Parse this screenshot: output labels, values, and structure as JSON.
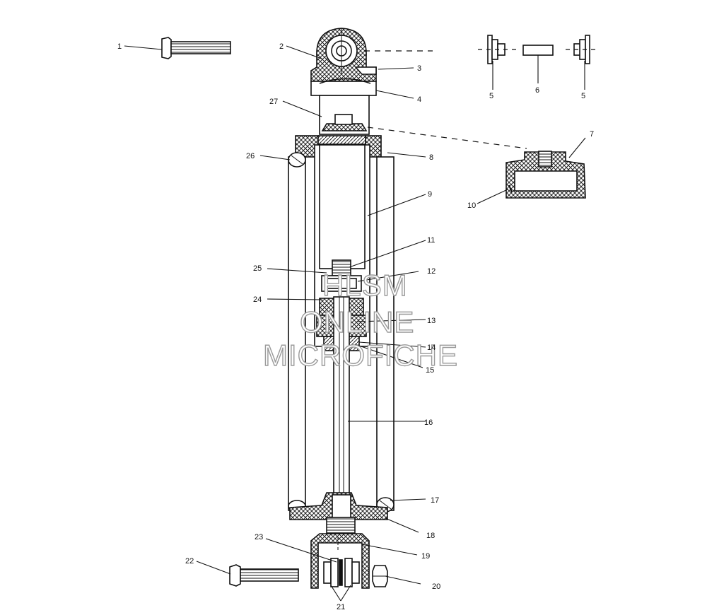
{
  "diagram": {
    "callouts": [
      "1",
      "2",
      "3",
      "4",
      "5",
      "6",
      "5",
      "7",
      "8",
      "9",
      "10",
      "11",
      "12",
      "13",
      "14",
      "15",
      "16",
      "17",
      "18",
      "19",
      "20",
      "21",
      "22",
      "23",
      "24",
      "25",
      "26",
      "27"
    ]
  },
  "watermark": {
    "line1": "HLSM",
    "line2": "ONLINE",
    "line3": "MICROFICHE"
  },
  "colors": {
    "ink": "#111111",
    "hatch": "#222222",
    "watermark_outline": "#9a9a9a"
  }
}
